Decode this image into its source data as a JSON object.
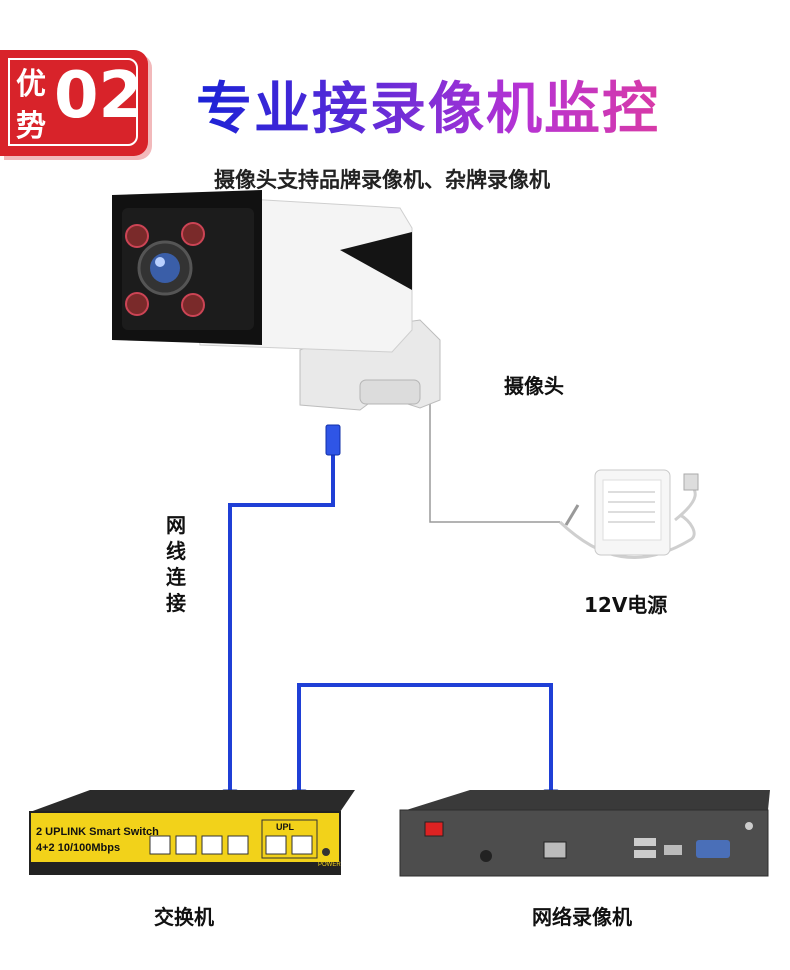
{
  "badge": {
    "word_top": "优",
    "word_bottom": "势",
    "number": "02"
  },
  "title": "专业接录像机监控",
  "subtitle": "摄像头支持品牌录像机、杂牌录像机",
  "labels": {
    "camera": "摄像头",
    "power": "12V电源",
    "cable": [
      "网",
      "线",
      "连",
      "接"
    ],
    "switch": "交换机",
    "nvr": "网络录像机"
  },
  "switch_face": {
    "line1": "2 UPLINK Smart Switch",
    "line2": "4+2 10/100Mbps",
    "uplink": "UPL",
    "power": "POWER"
  },
  "colors": {
    "accent_red": "#d8232a",
    "cable_blue": "#1f3fd6",
    "switch_yellow": "#f2d21a"
  }
}
